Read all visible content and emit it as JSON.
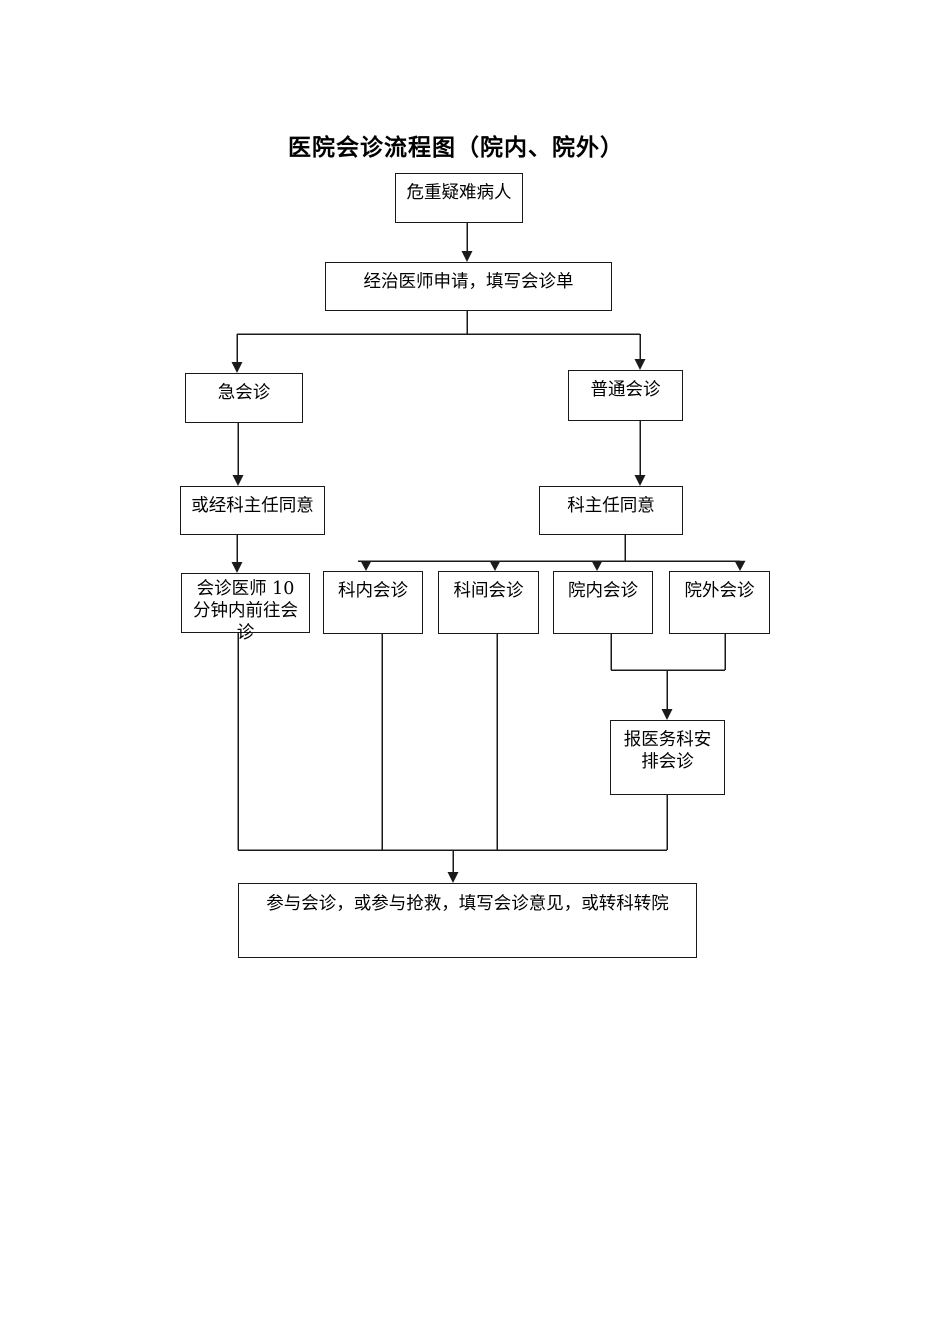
{
  "page": {
    "title": "医院会诊流程图（院内、院外）"
  },
  "flowchart": {
    "nodes": {
      "start": {
        "label": "危重疑难病人"
      },
      "apply": {
        "label": "经治医师申请，填写会诊单"
      },
      "urgent": {
        "label": "急会诊"
      },
      "normal": {
        "label": "普通会诊"
      },
      "dept_head_or": {
        "label": "或经科主任同意"
      },
      "dept_head": {
        "label": "科主任同意"
      },
      "doctor_10min": {
        "label": "会诊医师 10\n分钟内前往会\n诊"
      },
      "intra_dept": {
        "label": "科内会诊"
      },
      "inter_dept": {
        "label": "科间会诊"
      },
      "intra_hospital": {
        "label": "院内会诊"
      },
      "extra_hospital": {
        "label": "院外会诊"
      },
      "medical_affairs": {
        "label": "报医务科安\n排会诊"
      },
      "final": {
        "label": "参与会诊，或参与抢救，填写会诊意见，或转科转院"
      }
    },
    "edges": [
      {
        "from": "start",
        "to": "apply"
      },
      {
        "from": "apply",
        "to": "urgent"
      },
      {
        "from": "apply",
        "to": "normal"
      },
      {
        "from": "urgent",
        "to": "dept_head_or"
      },
      {
        "from": "normal",
        "to": "dept_head"
      },
      {
        "from": "dept_head_or",
        "to": "doctor_10min"
      },
      {
        "from": "dept_head",
        "to": "intra_dept"
      },
      {
        "from": "dept_head",
        "to": "inter_dept"
      },
      {
        "from": "dept_head",
        "to": "intra_hospital"
      },
      {
        "from": "dept_head",
        "to": "extra_hospital"
      },
      {
        "from": "intra_hospital",
        "to": "medical_affairs"
      },
      {
        "from": "extra_hospital",
        "to": "medical_affairs"
      },
      {
        "from": "doctor_10min",
        "to": "final"
      },
      {
        "from": "intra_dept",
        "to": "final"
      },
      {
        "from": "inter_dept",
        "to": "final"
      },
      {
        "from": "medical_affairs",
        "to": "final"
      }
    ],
    "colors": {
      "line": "#1a1a1a",
      "box_border": "#1a1a1a",
      "background": "#ffffff",
      "text": "#000000"
    }
  }
}
